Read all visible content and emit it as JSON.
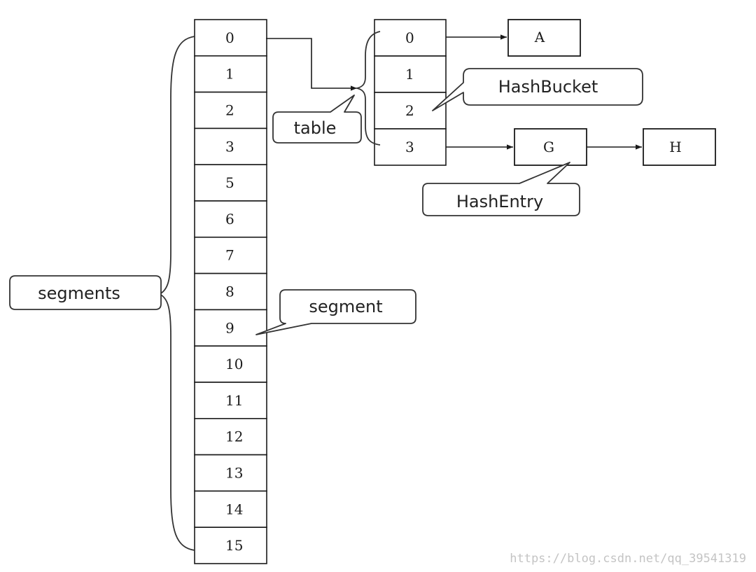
{
  "segments": {
    "label": "segments",
    "cells": [
      "0",
      "1",
      "2",
      "3",
      "5",
      "6",
      "7",
      "8",
      "9",
      "10",
      "11",
      "12",
      "13",
      "14",
      "15"
    ]
  },
  "table": {
    "label": "table",
    "cells": [
      "0",
      "1",
      "2",
      "3"
    ]
  },
  "callouts": {
    "segment": "segment",
    "hash_bucket": "HashBucket",
    "hash_entry": "HashEntry"
  },
  "nodes": {
    "a": "A",
    "g": "G",
    "h": "H"
  },
  "watermark": "https://blog.csdn.net/qq_39541319"
}
